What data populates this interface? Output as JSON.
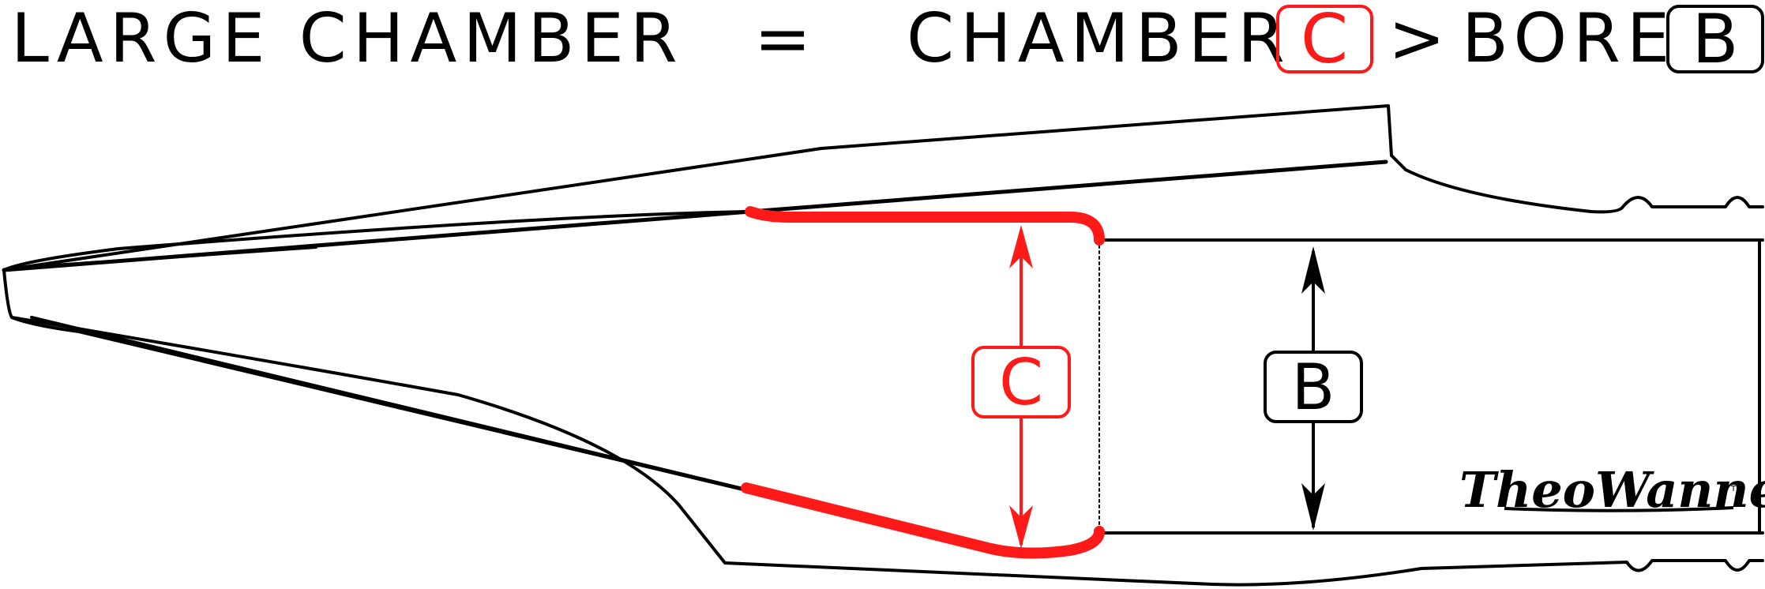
{
  "header": {
    "left_text": "LARGE CHAMBER",
    "equals": "=",
    "chamber_text": "CHAMBER",
    "chamber_badge": "C",
    "greater_than": ">",
    "bore_text": "BORE",
    "bore_badge": "B"
  },
  "labels": {
    "chamber": "C",
    "bore": "B"
  },
  "brand": {
    "name": "TheoWanne",
    "trademark": "TM"
  },
  "colors": {
    "accent": "#ff1a1a",
    "ink": "#000000",
    "background": "#ffffff"
  }
}
